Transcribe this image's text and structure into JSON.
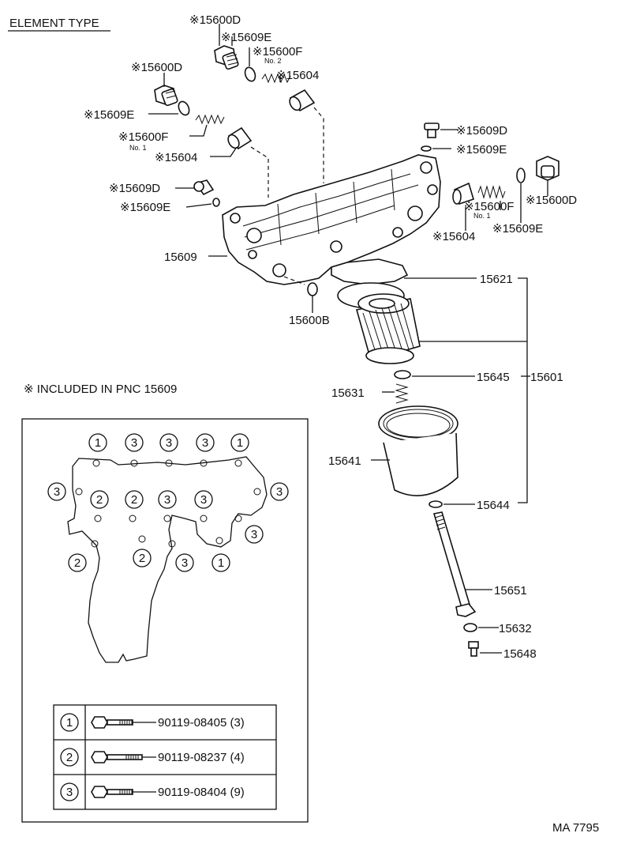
{
  "header": {
    "element_type": "ELEMENT TYPE"
  },
  "parts": {
    "p15600D_top": "※15600D",
    "p15609E_top": "※15609E",
    "p15600F_no2": "※15600F",
    "no2": "No. 2",
    "p15604_top": "※15604",
    "p15600D_left": "※15600D",
    "p15609E_left": "※15609E",
    "p15600F_no1_left": "※15600F",
    "no1_left": "No. 1",
    "p15604_left": "※15604",
    "p15609D_left": "※15609D",
    "p15609E_left2": "※15609E",
    "p15609_main": "15609",
    "p15600B": "15600B",
    "p15609D_right": "※15609D",
    "p15609E_right": "※15609E",
    "p15600F_no1_right": "※15600F",
    "no1_right": "No. 1",
    "p15600D_right": "※15600D",
    "p15604_right": "※15604",
    "p15609E_right2": "※15609E",
    "p15621": "15621",
    "p15645": "15645",
    "p15601": "15601",
    "p15631": "15631",
    "p15641": "15641",
    "p15644": "15644",
    "p15651": "15651",
    "p15632": "15632",
    "p15648": "15648"
  },
  "included_note": "※ INCLUDED IN PNC 15609",
  "gasket_marks": {
    "top_row": [
      "1",
      "3",
      "3",
      "3",
      "1"
    ],
    "left_side": "3",
    "right_side": "3",
    "middle_row": [
      "2",
      "2",
      "3",
      "3"
    ],
    "right_lower": "3",
    "bottom_row": [
      "2",
      "2",
      "3",
      "1"
    ]
  },
  "bolt_table": [
    {
      "mark": "1",
      "part_no": "90119-08405 (3)"
    },
    {
      "mark": "2",
      "part_no": "90119-08237 (4)"
    },
    {
      "mark": "3",
      "part_no": "90119-08404 (9)"
    }
  ],
  "footer": {
    "ref": "MA 7795"
  }
}
